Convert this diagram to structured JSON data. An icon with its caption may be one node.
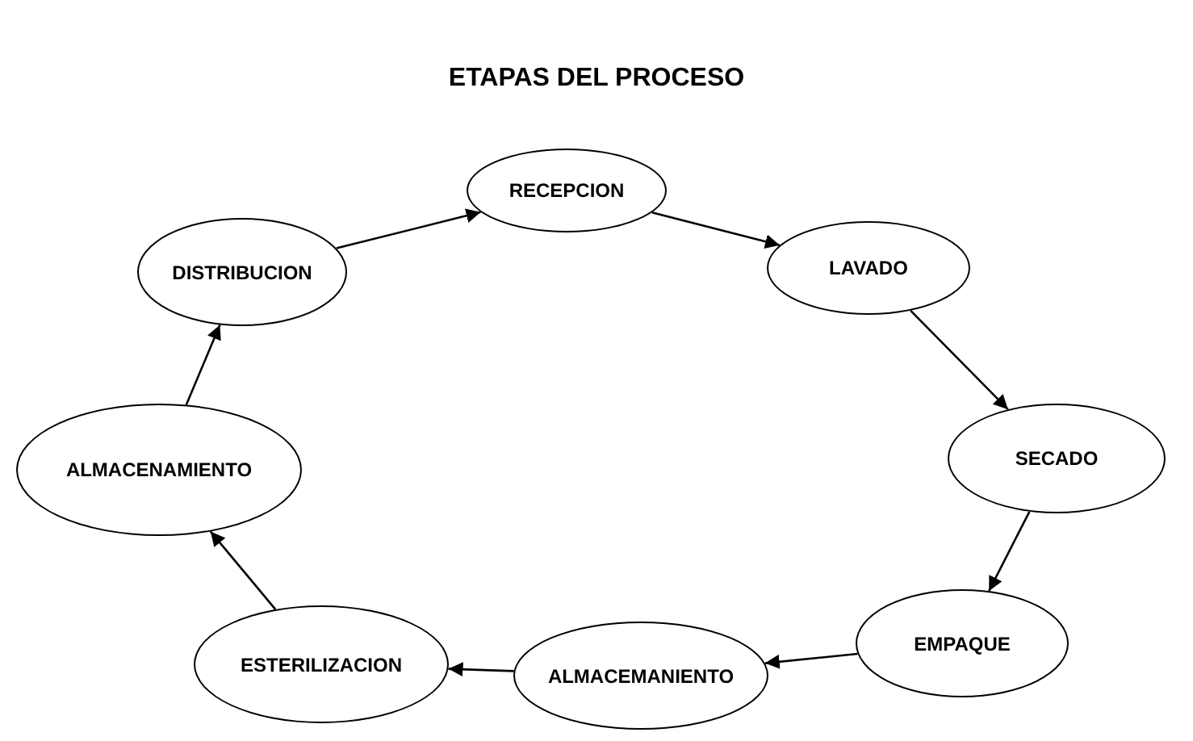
{
  "diagram": {
    "title": "ETAPAS DEL PROCESO",
    "nodes": [
      {
        "text": [
          "RECEPCION"
        ]
      },
      {
        "text": [
          "LAVADO"
        ]
      },
      {
        "text": [
          "SECADO"
        ]
      },
      {
        "text": [
          "EMPAQUE"
        ]
      },
      {
        "text": [
          "ALMACEMANIENTO"
        ]
      },
      {
        "text": [
          "ESTERILIZACION"
        ]
      },
      {
        "text": [
          "ALMACENAMIENTO"
        ]
      },
      {
        "text": [
          "DISTRIBUCION"
        ]
      }
    ],
    "edges": [
      {
        "from": 0,
        "to": 1,
        "arrow": "to"
      },
      {
        "from": 1,
        "to": 2,
        "arrow": "to"
      },
      {
        "from": 2,
        "to": 3,
        "arrow": "to"
      },
      {
        "from": 3,
        "to": 4,
        "arrow": "to"
      },
      {
        "from": 4,
        "to": 5,
        "arrow": "to"
      },
      {
        "from": 5,
        "to": 6,
        "arrow": "to"
      },
      {
        "from": 6,
        "to": 7,
        "arrow": "to"
      },
      {
        "from": 7,
        "to": 0,
        "arrow": "to"
      }
    ]
  }
}
